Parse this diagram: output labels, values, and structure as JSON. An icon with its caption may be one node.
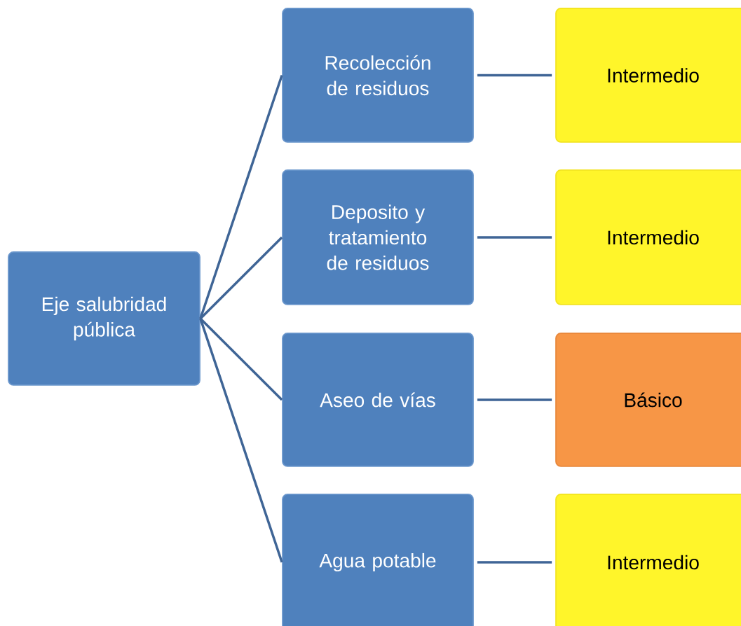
{
  "diagram": {
    "nodes": [
      {
        "text": [
          "Eje salubridad pública"
        ]
      },
      {
        "text": [
          "Recolección de residuos"
        ]
      },
      {
        "text": [
          "Intermedio"
        ]
      },
      {
        "text": [
          "Deposito y tratamiento de residuos"
        ]
      },
      {
        "text": [
          "Intermedio"
        ]
      },
      {
        "text": [
          "Aseo de vías"
        ]
      },
      {
        "text": [
          "Básico"
        ]
      },
      {
        "text": [
          "Agua potable"
        ]
      },
      {
        "text": [
          "Intermedio"
        ]
      }
    ],
    "edges": [
      {
        "from": 0,
        "to": 1,
        "arrow": "none"
      },
      {
        "from": 0,
        "to": 3,
        "arrow": "none"
      },
      {
        "from": 0,
        "to": 5,
        "arrow": "none"
      },
      {
        "from": 0,
        "to": 7,
        "arrow": "none"
      },
      {
        "from": 1,
        "to": 2,
        "arrow": "none"
      },
      {
        "from": 3,
        "to": 4,
        "arrow": "none"
      },
      {
        "from": 5,
        "to": 6,
        "arrow": "none"
      },
      {
        "from": 7,
        "to": 8,
        "arrow": "none"
      }
    ]
  }
}
